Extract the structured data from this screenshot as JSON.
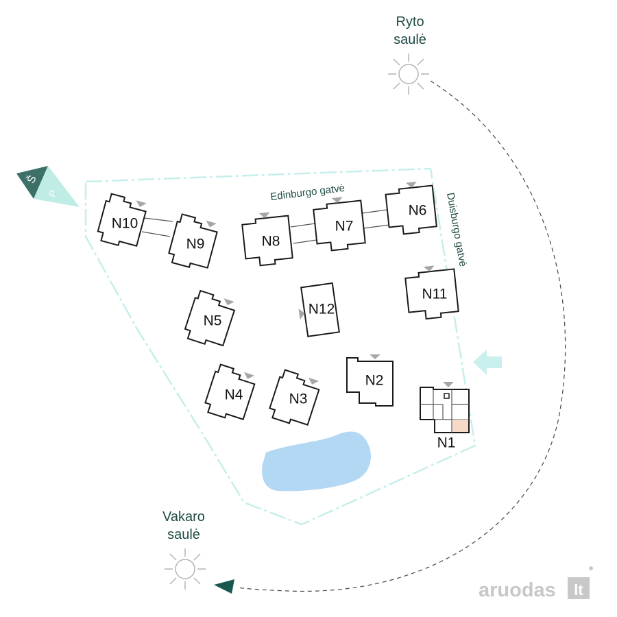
{
  "map": {
    "sun_labels": {
      "morning_line1": "Ryto",
      "morning_line2": "saulė",
      "evening_line1": "Vakaro",
      "evening_line2": "saulė"
    },
    "streets": {
      "top": "Edinburgo gatvė",
      "right": "Duisburgo gatvė"
    },
    "compass": {
      "north": "Š",
      "south": "P"
    },
    "buildings": [
      "N1",
      "N2",
      "N3",
      "N4",
      "N5",
      "N6",
      "N7",
      "N8",
      "N9",
      "N10",
      "N11",
      "N12"
    ],
    "watermark": {
      "text": "aruodas",
      "domain": "lt"
    },
    "colors": {
      "boundary": "#c6eeea",
      "compass": "#3d7068",
      "compass_light": "#bfece5",
      "pond": "#b3d8f3",
      "highlight_unit": "#f7d9c8",
      "entrance_arrow": "#c9f0ec",
      "sun_path_arrow": "#19574e",
      "text": "#1f4a44"
    }
  }
}
